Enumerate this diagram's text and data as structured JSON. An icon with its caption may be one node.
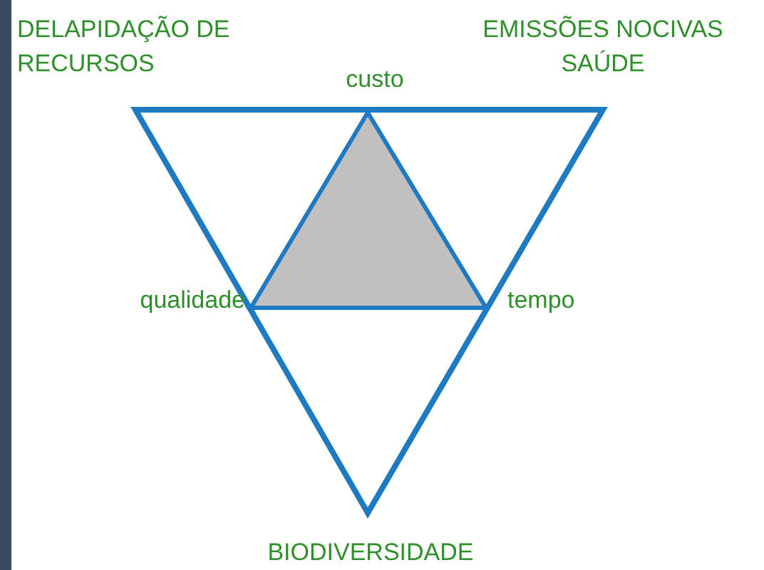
{
  "diagram": {
    "labels": [
      "DELAPIDAÇÃO DE RECURSOS",
      "EMISSÕES NOCIVAS SAÚDE",
      "custo",
      "qualidade",
      "tempo",
      "BIODIVERSIDADE"
    ]
  }
}
